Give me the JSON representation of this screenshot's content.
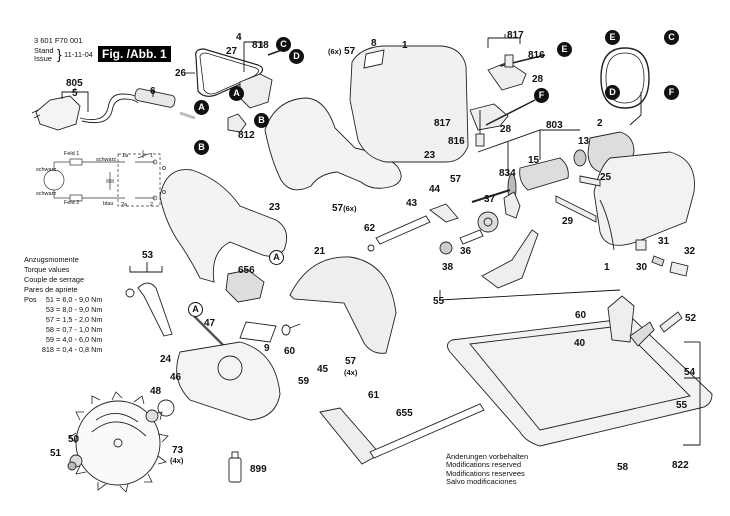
{
  "header": {
    "part_number": "3 601 F70 001",
    "stand_label": "Stand",
    "issue_label": "Issue",
    "date": "11-11-04",
    "figure_label": "Fig. /Abb. 1"
  },
  "wiring": {
    "field1": "Feld 1",
    "field2": "Feld 2",
    "wire_black_1": "schwarz",
    "wire_black_2": "schwarz",
    "wire_black_3": "schwarz",
    "wire_blue": "blau",
    "term_1a": "1a",
    "term_1": "1",
    "term_2a": "2a",
    "term_2": "2"
  },
  "torque": {
    "title_de": "Anzugsmomente",
    "title_en": "Torque values",
    "title_fr": "Couple de serrage",
    "title_es": "Pares de apriete",
    "pos_label": "Pos",
    "rows": [
      {
        "pos": "51",
        "value": "= 6,0 - 9,0 Nm"
      },
      {
        "pos": "53",
        "value": "= 8,0 - 9,0 Nm"
      },
      {
        "pos": "57",
        "value": "= 1,5 - 2,0 Nm"
      },
      {
        "pos": "58",
        "value": "= 0,7 - 1,0 Nm"
      },
      {
        "pos": "59",
        "value": "= 4,0 - 6,0 Nm"
      },
      {
        "pos": "818",
        "value": "= 0,4 - 0,8 Nm"
      }
    ]
  },
  "notice": {
    "de": "Änderungen vorbehalten",
    "en": "Modifications reserved",
    "fr": "Modifications reservees",
    "es": "Salvo modificaciones"
  },
  "markers": {
    "A": "A",
    "B": "B",
    "C": "C",
    "D": "D",
    "E": "E",
    "F": "F"
  },
  "parts": {
    "p805": "805",
    "p5": "5",
    "p6": "6",
    "p26": "26",
    "p27": "27",
    "p4": "4",
    "p818": "818",
    "p812": "812",
    "p57a": "57",
    "p57a_qty": "(6x)",
    "p8": "8",
    "p1a": "1",
    "p817a": "817",
    "p816a": "816",
    "p28a": "28",
    "p817b": "817",
    "p816b": "816",
    "p28b": "28",
    "p23a": "23",
    "p23b": "23",
    "p57b": "57",
    "p57b_qty": "(6x)",
    "p803": "803",
    "p2": "2",
    "p13": "13",
    "p15": "15",
    "p834": "834",
    "p25": "25",
    "p44": "44",
    "p57c": "57",
    "p43": "43",
    "p37": "37",
    "p62": "62",
    "p36": "36",
    "p38": "38",
    "p29": "29",
    "p1b": "1",
    "p30": "30",
    "p31": "31",
    "p32": "32",
    "p53": "53",
    "p656": "656",
    "p21": "21",
    "p47": "47",
    "p9": "9",
    "p60a": "60",
    "p57d": "57",
    "p57d_qty": "(4x)",
    "p55a": "55",
    "p60b": "60",
    "p52": "52",
    "p40": "40",
    "p54": "54",
    "p55b": "55",
    "p24": "24",
    "p48": "48",
    "p46": "46",
    "p59": "59",
    "p45": "45",
    "p61": "61",
    "p50": "50",
    "p51": "51",
    "p73": "73",
    "p73_qty": "(4x)",
    "p899": "899",
    "p655": "655",
    "p58": "58",
    "p822": "822"
  }
}
